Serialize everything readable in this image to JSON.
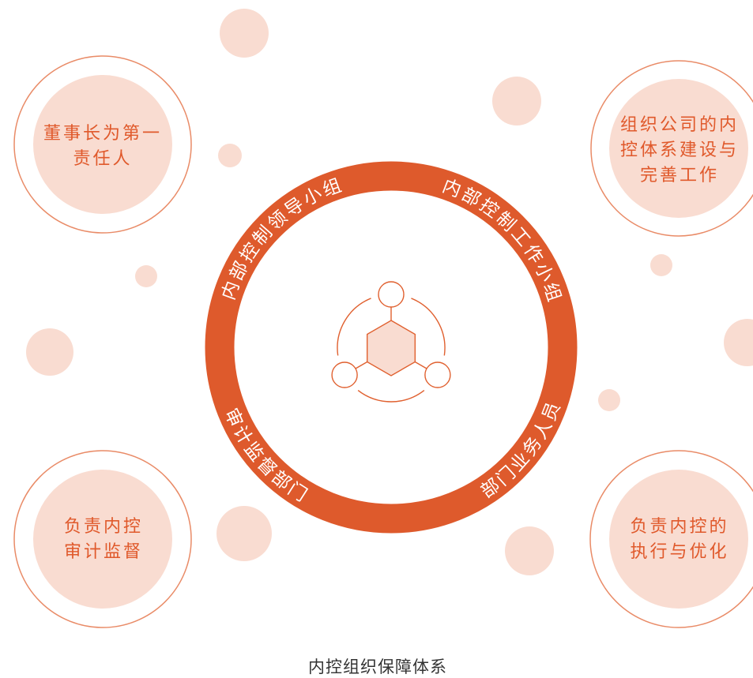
{
  "caption": "内控组织保障体系",
  "ring": {
    "top_left": "内部控制领导小组",
    "top_right": "内部控制工作小组",
    "bottom_left": "审计监督部门",
    "bottom_right": "部门业务人员"
  },
  "responsibilities": {
    "top_left": [
      "董事长为第一",
      "责任人"
    ],
    "top_right": [
      "组织公司的内",
      "控体系建设与",
      "完善工作"
    ],
    "bottom_left": [
      "负责内控",
      "审计监督"
    ],
    "bottom_right": [
      "负责内控的",
      "执行与优化"
    ]
  },
  "icons": {
    "center": "hexagon-network-icon"
  },
  "colors": {
    "ring": "#DE5A2C",
    "ring_text": "#FFFFFF",
    "accent_text": "#E0592B",
    "soft_fill": "#F9DCD1",
    "outline": "#E98B67",
    "icon_stroke": "#E0602F",
    "caption": "#333333"
  }
}
